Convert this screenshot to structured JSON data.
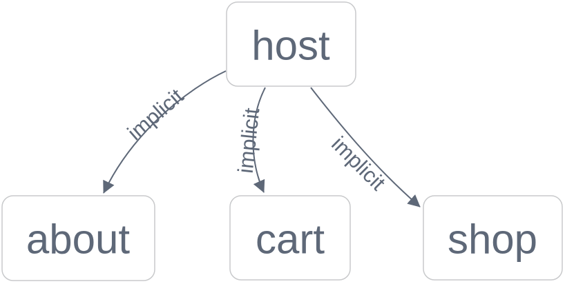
{
  "diagram": {
    "type": "graph",
    "orientation": "top-down",
    "background": "#ffffff",
    "nodes": [
      {
        "id": "host",
        "label": "host"
      },
      {
        "id": "about",
        "label": "about"
      },
      {
        "id": "cart",
        "label": "cart"
      },
      {
        "id": "shop",
        "label": "shop"
      }
    ],
    "edges": [
      {
        "from": "host",
        "to": "about",
        "label": "implicit"
      },
      {
        "from": "host",
        "to": "cart",
        "label": "implicit"
      },
      {
        "from": "host",
        "to": "shop",
        "label": "implicit"
      }
    ],
    "colors": {
      "node_fill": "#ffffff",
      "node_border": "#c8c9cb",
      "node_text": "#5e6878",
      "edge": "#5e6878",
      "edge_label": "#5e6878"
    }
  }
}
